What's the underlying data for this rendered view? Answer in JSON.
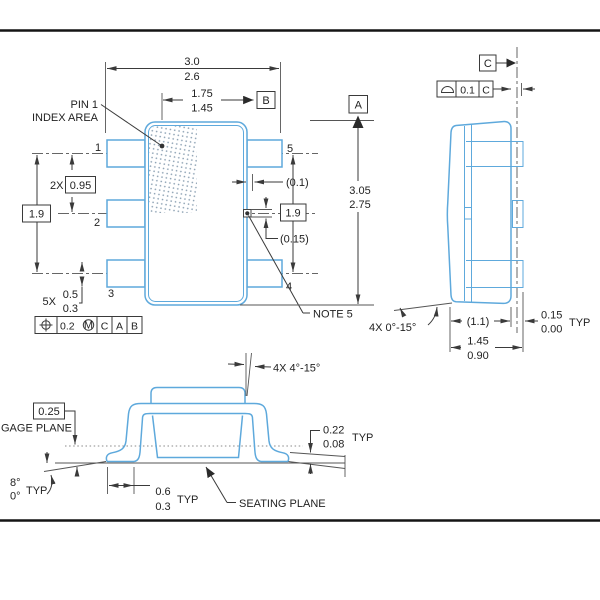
{
  "drawing": {
    "front": {
      "pin1_label": "PIN 1",
      "pin1_label2": "INDEX AREA",
      "pins": {
        "n1": "1",
        "n2": "2",
        "n3": "3",
        "n4": "4",
        "n5": "5"
      },
      "overall_width_max": "3.0",
      "overall_width_min": "2.6",
      "body_width_max": "1.75",
      "body_width_min": "1.45",
      "datum_a": "A",
      "datum_b": "B",
      "pitch_prefix": "2X",
      "pitch": "0.95",
      "span_left": "1.9",
      "span_right": "1.9",
      "height_max": "3.05",
      "height_min": "2.75",
      "lead_width_prefix": "5X",
      "lead_width_max": "0.5",
      "lead_width_min": "0.3",
      "flash_ref": "(0.1)",
      "protrusion_ref": "(0.15)",
      "note": "NOTE 5",
      "fcf_tol": "0.2",
      "fcf_mod": "M",
      "fcf_d1": "C",
      "fcf_d2": "A",
      "fcf_d3": "B"
    },
    "side": {
      "datum_c": "C",
      "fcf_tol": "0.1",
      "fcf_datum": "C",
      "lead_angle": "4X 0°-15°",
      "width_ref": "(1.1)",
      "standoff_max": "0.15",
      "standoff_min": "0.00",
      "standoff_typ": "TYP",
      "overall_max": "1.45",
      "overall_min": "0.90"
    },
    "detail": {
      "draft_angle": "4X 4°-15°",
      "gage_value": "0.25",
      "gage_label": "GAGE PLANE",
      "lead_thk_max": "0.22",
      "lead_thk_min": "0.08",
      "lead_thk_typ": "TYP",
      "foot_angle_max": "8°",
      "foot_angle_min": "0°",
      "foot_angle_typ": "TYP",
      "foot_len_max": "0.6",
      "foot_len_min": "0.3",
      "foot_len_typ": "TYP",
      "seating_label": "SEATING PLANE"
    },
    "colors": {
      "outline": "#5ea9dc",
      "dimension": "#3a3a3a"
    }
  }
}
